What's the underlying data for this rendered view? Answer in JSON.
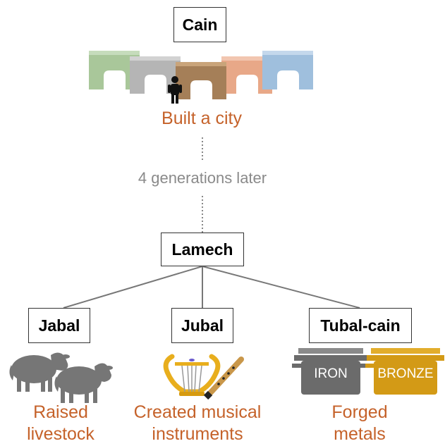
{
  "diagram": {
    "top": {
      "name": "Cain",
      "caption": "Built a city"
    },
    "connector_label": "4 generations later",
    "middle": {
      "name": "Lamech"
    },
    "children": [
      {
        "name": "Jabal",
        "caption": [
          "Raised",
          "livestock"
        ],
        "icon": "sheep-icon"
      },
      {
        "name": "Jubal",
        "caption": [
          "Created musical",
          "instruments"
        ],
        "icon": "lyre-flute-icon"
      },
      {
        "name": "Tubal-cain",
        "caption": [
          "Forged",
          "metals"
        ],
        "icon": "metal-pots-icon"
      }
    ],
    "pots": [
      "IRON",
      "BRONZE"
    ]
  },
  "colors": {
    "caption": "#C5622A",
    "label_gray": "#8a8a8a",
    "building_green": "#A9C79A",
    "building_gray": "#B5B5B5",
    "building_brown": "#A57F58",
    "building_peach": "#E8A888",
    "building_blue": "#9FBFDD",
    "sheep": "#767676",
    "iron_pot": "#6B6B6B",
    "bronze_pot": "#D39A16",
    "lyre": "#E8AE1D"
  }
}
